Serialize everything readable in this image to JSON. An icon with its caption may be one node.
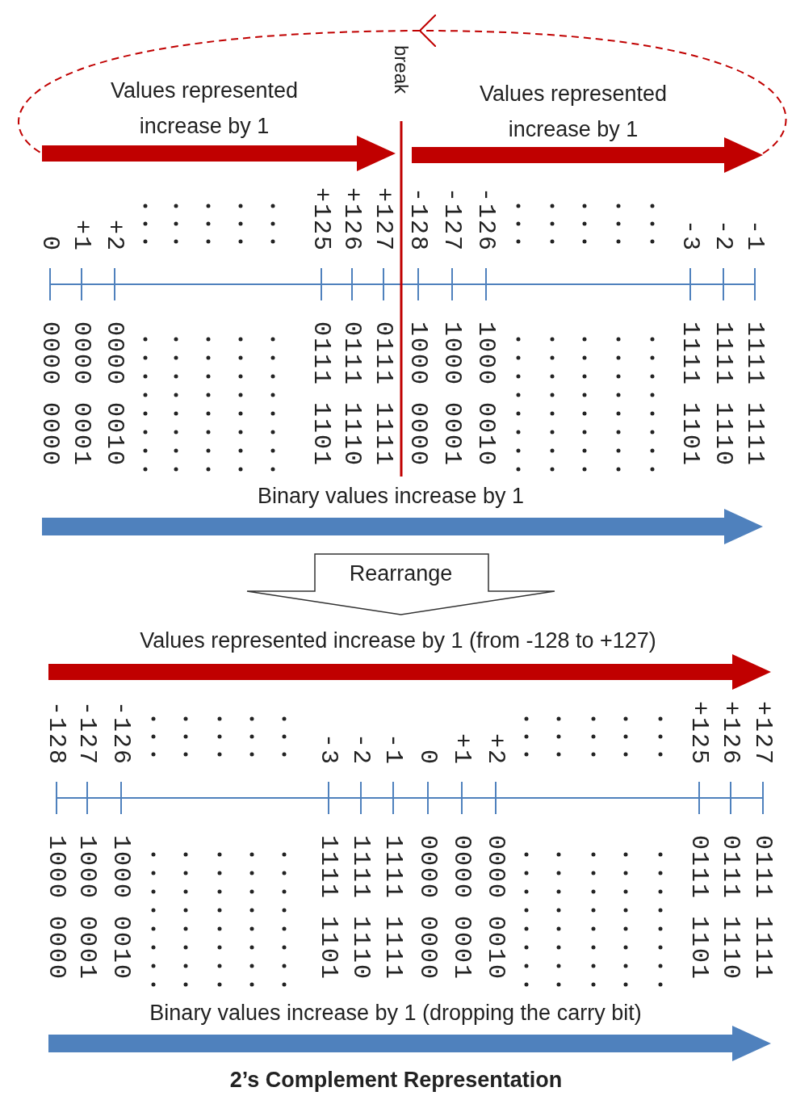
{
  "diagram": {
    "caption": "2’s Complement Representation",
    "nodes": [
      {
        "text": [
          "Rearrange"
        ]
      }
    ],
    "labels": [
      "Values represented increase by 1",
      "break",
      "Values represented increase by 1",
      "0",
      "+1",
      "+2",
      "+125",
      "+126",
      "+127",
      "-128",
      "-127",
      "-126",
      "-3",
      "-2",
      "-1",
      "0000 0000",
      "0000 0001",
      "0000 0010",
      "0111 1101",
      "0111 1110",
      "0111 1111",
      "1000 0000",
      "1000 0001",
      "1000 0010",
      "1111 1101",
      "1111 1110",
      "1111 1111",
      "Binary values increase by 1",
      "Values represented increase by 1 (from -128 to +127)",
      "-128",
      "-127",
      "-126",
      "-3",
      "-2",
      "-1",
      "0",
      "+1",
      "+2",
      "+125",
      "+126",
      "+127",
      "1000 0000",
      "1000 0001",
      "1000 0010",
      "1111 1101",
      "1111 1110",
      "1111 1111",
      "0000 0000",
      "0000 0001",
      "0000 0010",
      "0111 1101",
      "0111 1110",
      "0111 1111",
      "Binary values increase by 1 (dropping the carry bit)"
    ]
  }
}
